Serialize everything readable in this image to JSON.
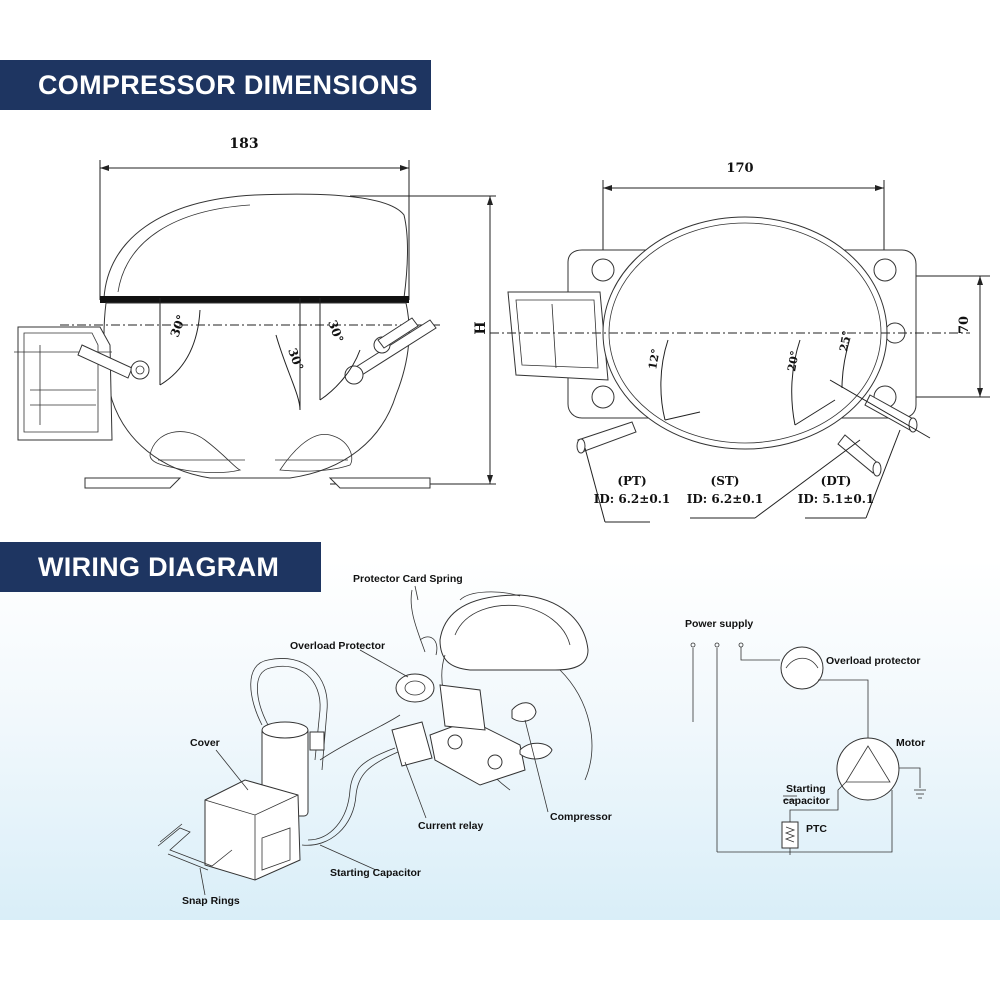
{
  "sections": {
    "dimensions_title": "COMPRESSOR DIMENSIONS",
    "wiring_title": "WIRING DIAGRAM"
  },
  "dimensions": {
    "front": {
      "width": "183",
      "height_label": "H",
      "angle_left": "30°",
      "angle_mid": "30°",
      "angle_right": "30°"
    },
    "top": {
      "width": "170",
      "side": "70",
      "angle_pt": "12°",
      "angle_st": "20°",
      "angle_dt": "25°",
      "tubes": [
        {
          "code": "(PT)",
          "id": "ID: 6.2±0.1"
        },
        {
          "code": "(ST)",
          "id": "ID: 6.2±0.1"
        },
        {
          "code": "(DT)",
          "id": "ID: 5.1±0.1"
        }
      ]
    }
  },
  "wiring": {
    "parts": {
      "protector_card_spring": "Protector Card Spring",
      "overload_protector": "Overload Protector",
      "cover": "Cover",
      "current_relay": "Current relay",
      "compressor": "Compressor",
      "starting_capacitor": "Starting Capacitor",
      "snap_rings": "Snap Rings"
    },
    "schematic": {
      "power_supply": "Power supply",
      "overload_protector": "Overload protector",
      "motor": "Motor",
      "starting_capacitor_line1": "Starting",
      "starting_capacitor_line2": "capacitor",
      "ptc": "PTC"
    }
  },
  "colors": {
    "banner": "#1e3561",
    "banner_text": "#ffffff",
    "gradient_bottom": "#d9eef8"
  }
}
